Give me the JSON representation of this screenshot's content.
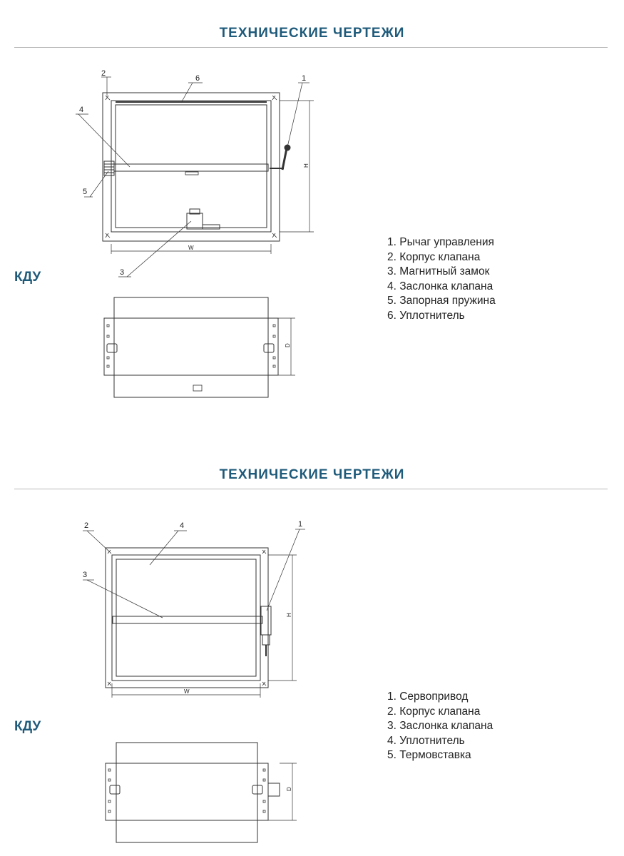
{
  "sections": [
    {
      "title": "ТЕХНИЧЕСКИЕ ЧЕРТЕЖИ",
      "model": "КДУ",
      "legend": [
        "1. Рычаг управления",
        "2. Корпус клапана",
        "3. Магнитный замок",
        "4. Заслонка клапана",
        "5. Запорная пружина",
        "6. Уплотнитель"
      ],
      "callouts": [
        "1",
        "2",
        "3",
        "4",
        "5",
        "6"
      ],
      "dims": {
        "width": "W",
        "height": "H",
        "depth": "D"
      }
    },
    {
      "title": "ТЕХНИЧЕСКИЕ ЧЕРТЕЖИ",
      "model": "КДУ",
      "legend": [
        "1. Сервопривод",
        "2. Корпус клапана",
        "3. Заслонка клапана",
        "4. Уплотнитель",
        "5. Термовставка"
      ],
      "callouts": [
        "1",
        "2",
        "3",
        "4"
      ],
      "dims": {
        "width": "W",
        "height": "H",
        "depth": "D"
      }
    }
  ]
}
